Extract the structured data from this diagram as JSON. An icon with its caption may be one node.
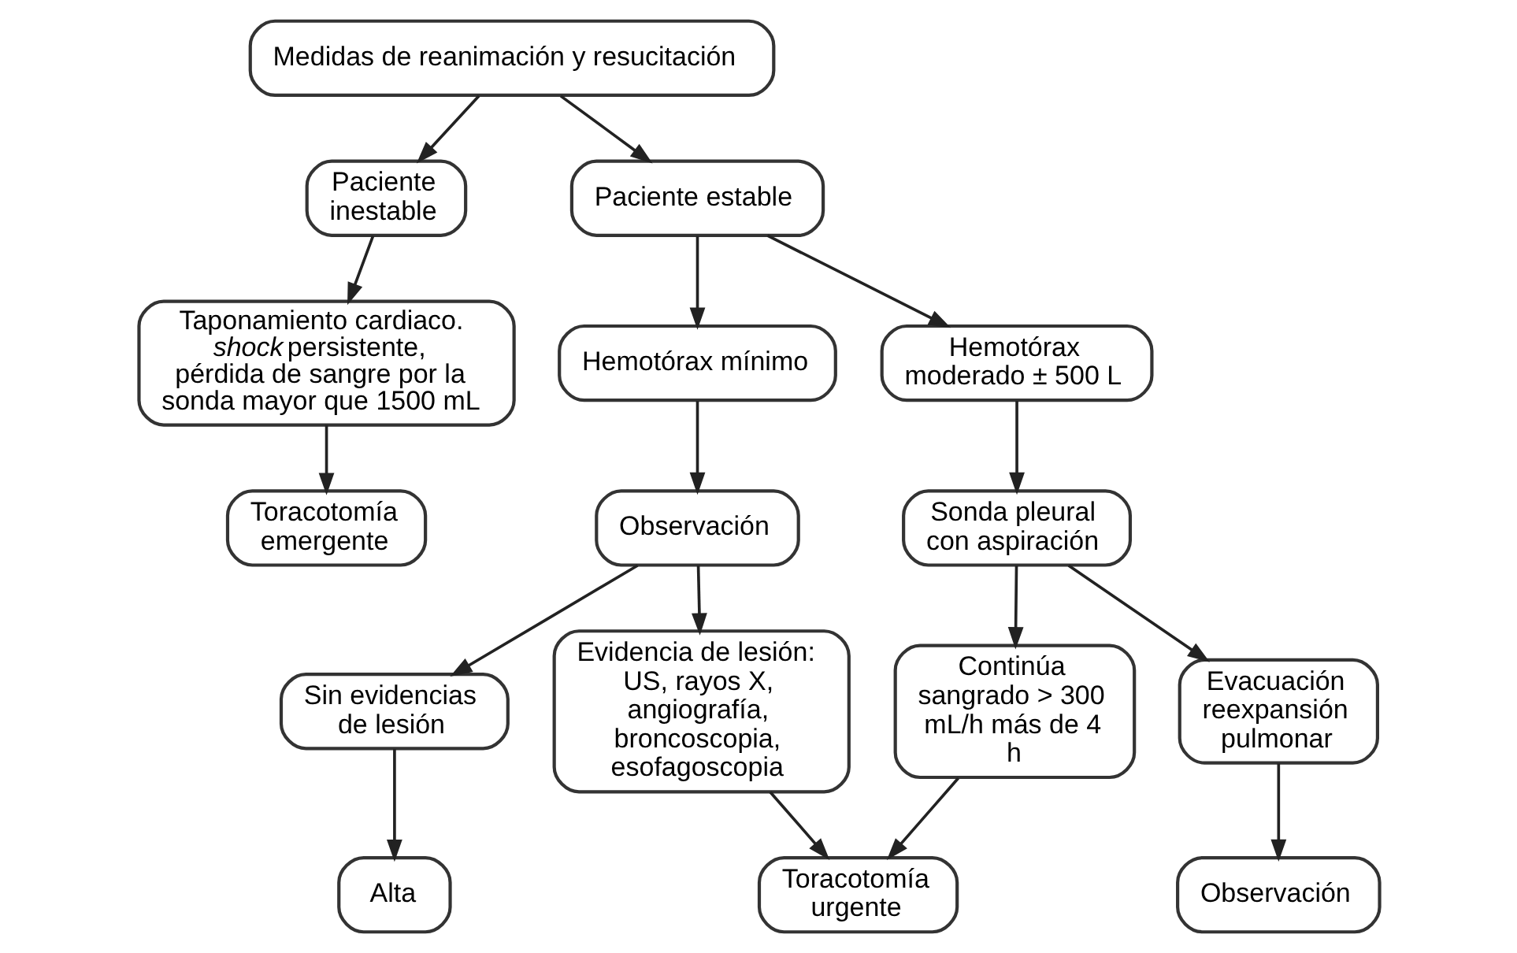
{
  "diagram": {
    "nodes": [
      {
        "text": [
          "Medidas de reanimación y resucitación"
        ]
      },
      {
        "text": [
          "Paciente inestable"
        ]
      },
      {
        "text": [
          "Paciente estable"
        ]
      },
      {
        "text": [
          "Taponamiento cardiaco. *shock* persistente, pérdida de sangre por la sonda mayor que 1500 mL"
        ]
      },
      {
        "text": [
          "Toracotomía emergente"
        ]
      },
      {
        "text": [
          "Hemotórax mínimo"
        ]
      },
      {
        "text": [
          "Hemotórax moderado ± 500 L"
        ]
      },
      {
        "text": [
          "Observación"
        ]
      },
      {
        "text": [
          "Sonda pleural con aspiración"
        ]
      },
      {
        "text": [
          "Sin evidencias de lesión"
        ]
      },
      {
        "text": [
          "Evidencia de lesión: US, rayos X, angiografía, broncoscopia, esofagoscopia"
        ]
      },
      {
        "text": [
          "Continúa sangrado > 300 mL/h más de 4 h"
        ]
      },
      {
        "text": [
          "Evacuación reexpansión pulmonar"
        ]
      },
      {
        "text": [
          "Alta"
        ]
      },
      {
        "text": [
          "Observación"
        ]
      },
      {
        "text": [
          "Toracotomía urgente"
        ]
      }
    ],
    "edges": [
      {
        "from": 0,
        "to": 1,
        "arrow": "to"
      },
      {
        "from": 0,
        "to": 2,
        "arrow": "to"
      },
      {
        "from": 1,
        "to": 3,
        "arrow": "to"
      },
      {
        "from": 3,
        "to": 4,
        "arrow": "to"
      },
      {
        "from": 2,
        "to": 5,
        "arrow": "to"
      },
      {
        "from": 2,
        "to": 6,
        "arrow": "to"
      },
      {
        "from": 5,
        "to": 7,
        "arrow": "to"
      },
      {
        "from": 6,
        "to": 8,
        "arrow": "to"
      },
      {
        "from": 7,
        "to": 9,
        "arrow": "to"
      },
      {
        "from": 7,
        "to": 10,
        "arrow": "to"
      },
      {
        "from": 8,
        "to": 11,
        "arrow": "to"
      },
      {
        "from": 8,
        "to": 12,
        "arrow": "to"
      },
      {
        "from": 9,
        "to": 13,
        "arrow": "to"
      },
      {
        "from": 12,
        "to": 14,
        "arrow": "to"
      },
      {
        "from": 10,
        "to": 15,
        "arrow": "to"
      },
      {
        "from": 11,
        "to": 15,
        "arrow": "to"
      }
    ]
  }
}
